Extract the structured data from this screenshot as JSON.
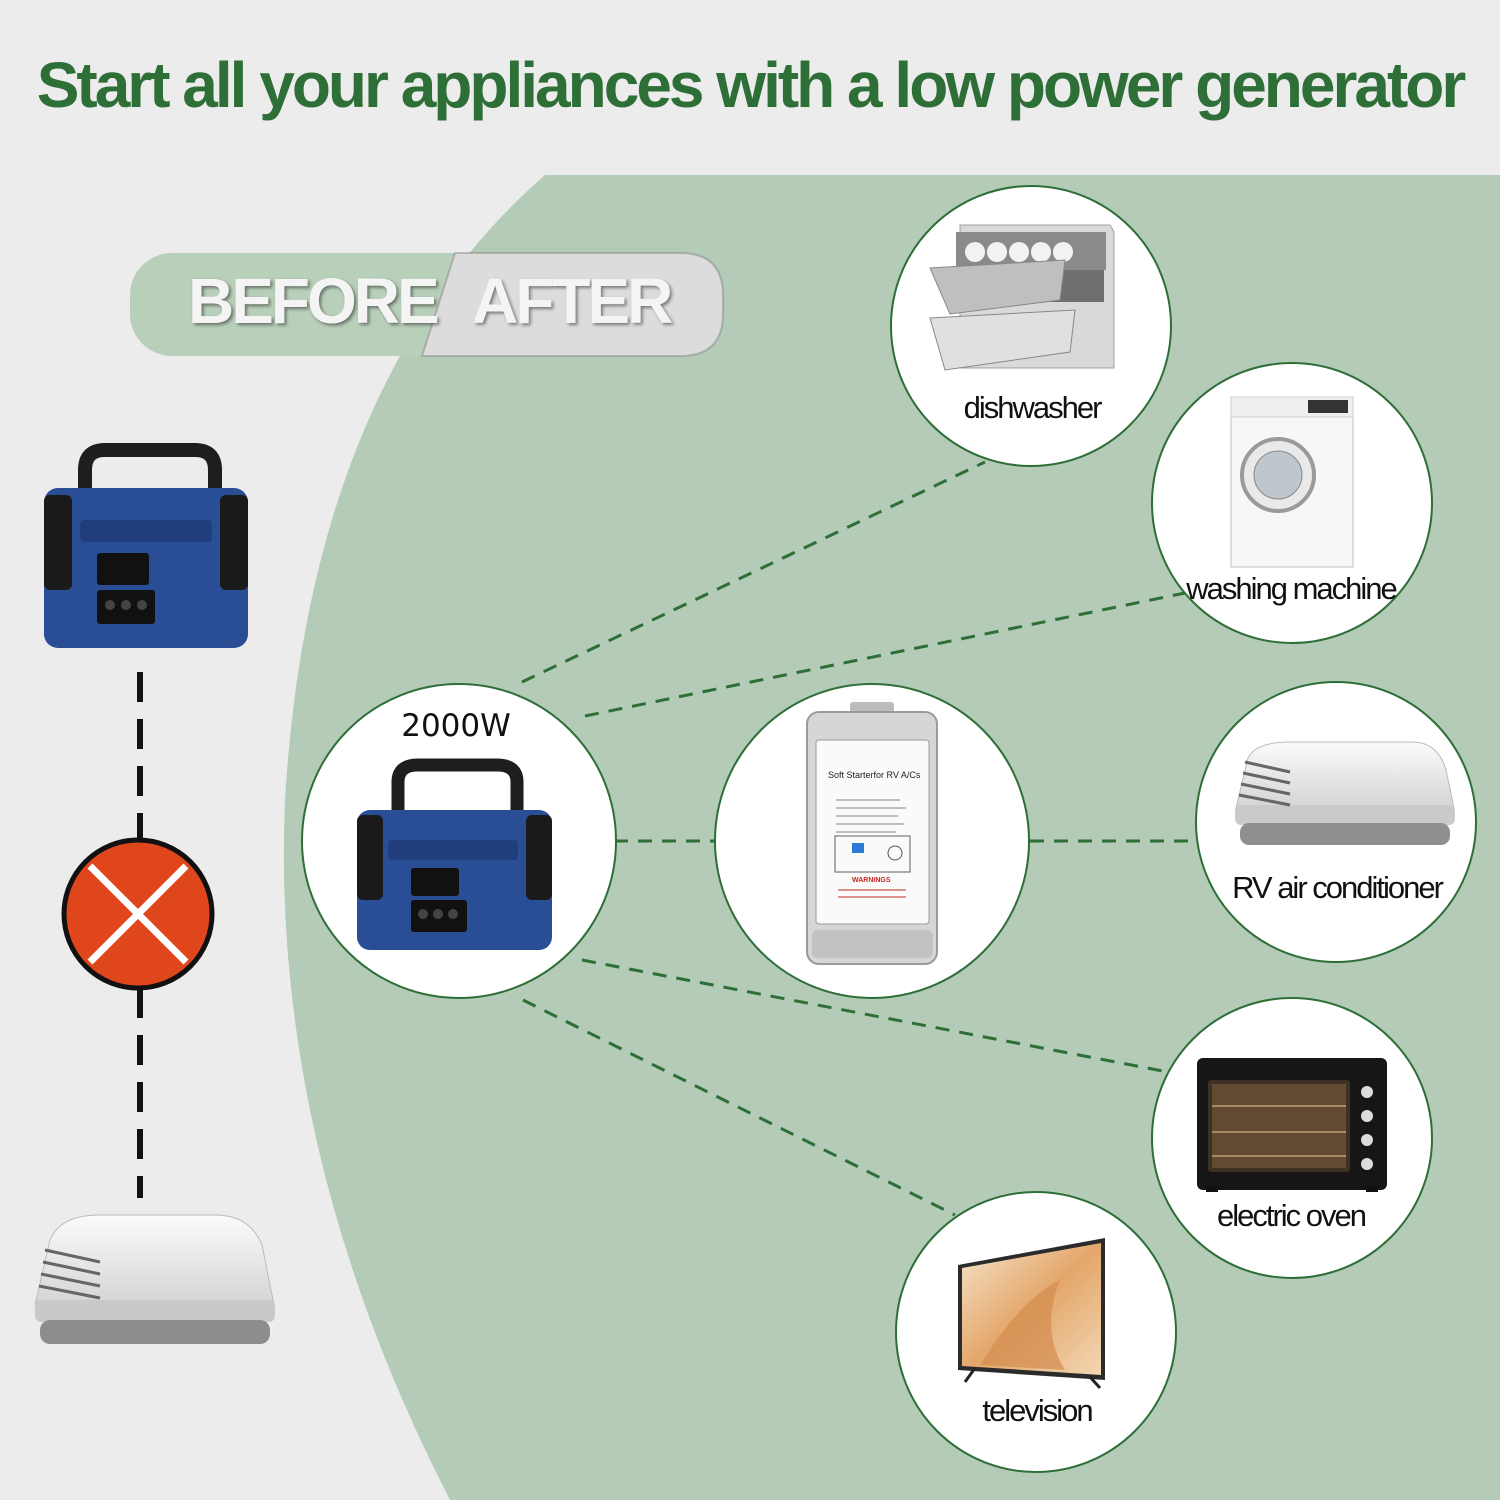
{
  "headline": "Start all your appliances with a low power generator",
  "toggle": {
    "before": "BEFORE",
    "after": "AFTER"
  },
  "generator": {
    "rating": "2000W"
  },
  "soft_starter": {
    "title": "Soft Starterfor RV A/Cs",
    "warning": "WARNINGS"
  },
  "appliances": [
    {
      "id": "dishwasher",
      "label": "dishwasher"
    },
    {
      "id": "washing-machine",
      "label": "washing machine"
    },
    {
      "id": "rv-ac",
      "label": "RV air conditioner"
    },
    {
      "id": "electric-oven",
      "label": "electric oven"
    },
    {
      "id": "television",
      "label": "television"
    }
  ],
  "colors": {
    "headline": "#2e6e37",
    "panel": "#b3cbb7",
    "dash": "#2e6e37",
    "generator_body": "#2a4e96",
    "fail_badge": "#e0461c"
  },
  "icons": [
    "generator-icon",
    "rv-air-conditioner-icon",
    "cross-icon",
    "soft-starter-icon",
    "dishwasher-icon",
    "washing-machine-icon",
    "electric-oven-icon",
    "television-icon"
  ]
}
